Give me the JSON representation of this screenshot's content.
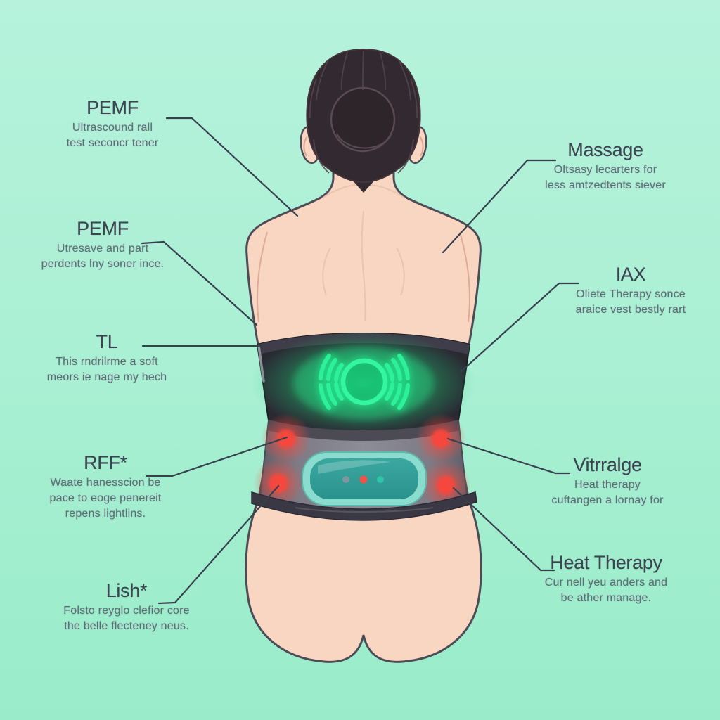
{
  "colors": {
    "background_top": "#b6f2dc",
    "background_bottom": "#99ecc9",
    "leader_line": "#36414d",
    "title_text": "#3b4450",
    "subtitle_text": "#5f6b76",
    "skin": "#f8d6c2",
    "hair": "#332930",
    "belt_black": "#2a2932",
    "belt_gray": "#7c7b85",
    "green_indicator": "#2df09a",
    "red_heat_dot": "#f5473d",
    "panel_teal": "#2f9f97",
    "panel_border": "#8adcce"
  },
  "icons": {
    "massage_indicator": "power-ring-icon",
    "waves": "vibration-waves-icon",
    "heat_dots": "heat-dot",
    "panel_status": "status-dots"
  },
  "labels": {
    "left": [
      {
        "title": "PEMF",
        "lines": [
          "Ultrascound rall",
          "test seconcr tener"
        ]
      },
      {
        "title": "PEMF",
        "lines": [
          "Utresave and part",
          "perdents lny soner ince."
        ]
      },
      {
        "title": "TL",
        "lines": [
          "This rndrilrme a soft",
          "meors ie nage my hech"
        ]
      },
      {
        "title": "RFF*",
        "lines": [
          "Waate hanesscion be",
          "pace to eoge penereit",
          "repens lightlins."
        ]
      },
      {
        "title": "Lish*",
        "lines": [
          "Folsto reyglo clefior core",
          "the belle flecteney neus."
        ]
      }
    ],
    "right": [
      {
        "title": "Massage",
        "lines": [
          "Oltsasy lecarters for",
          "less amtzedtents siever"
        ]
      },
      {
        "title": "IAX",
        "lines": [
          "Oliete Therapy sonce",
          "araice vest bestly rart"
        ]
      },
      {
        "title": "Vitrralge",
        "lines": [
          "Heat therapy",
          "cuftangen a lornay for"
        ]
      },
      {
        "title": "Heat Therapy",
        "lines": [
          "Cur nell yeu anders and",
          "be ather manage."
        ]
      }
    ]
  }
}
